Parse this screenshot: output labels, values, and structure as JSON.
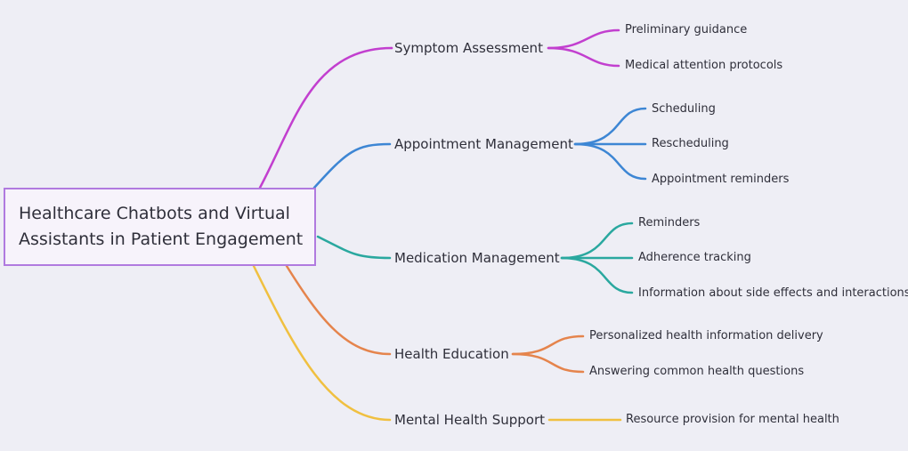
{
  "root": {
    "line1": "Healthcare Chatbots and Virtual",
    "line2": "Assistants in Patient Engagement"
  },
  "branches": [
    {
      "label": "Symptom Assessment",
      "color": "#c23fcf",
      "children": [
        "Preliminary guidance",
        "Medical attention protocols"
      ]
    },
    {
      "label": "Appointment Management",
      "color": "#3d86d4",
      "children": [
        "Scheduling",
        "Rescheduling",
        "Appointment reminders"
      ]
    },
    {
      "label": "Medication Management",
      "color": "#2aa89f",
      "children": [
        "Reminders",
        "Adherence tracking",
        "Information about side effects and interactions"
      ]
    },
    {
      "label": "Health Education",
      "color": "#e5844c",
      "children": [
        "Personalized health information delivery",
        "Answering common health questions"
      ]
    },
    {
      "label": "Mental Health Support",
      "color": "#f0c040",
      "children": [
        "Resource provision for mental health"
      ]
    }
  ]
}
